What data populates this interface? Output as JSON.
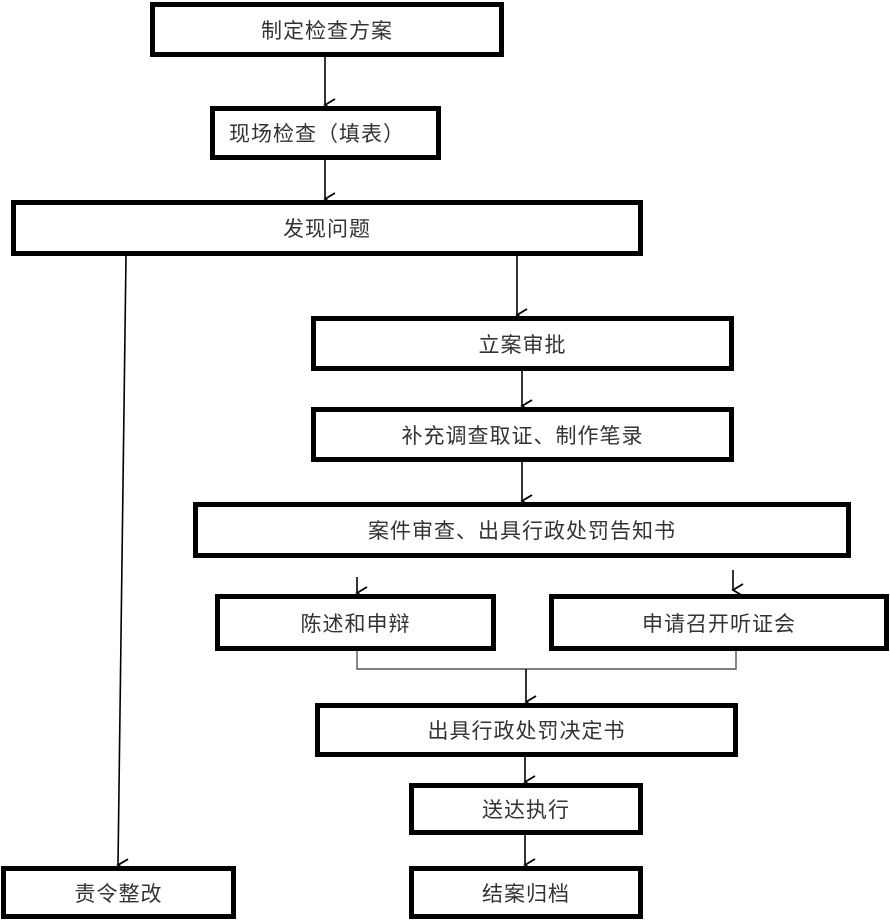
{
  "diagram": {
    "type": "flowchart",
    "nodes": [
      {
        "id": "n1",
        "label": "制定检查方案"
      },
      {
        "id": "n2",
        "label": "现场检查（填表）"
      },
      {
        "id": "n3",
        "label": "发现问题"
      },
      {
        "id": "n4",
        "label": "立案审批"
      },
      {
        "id": "n5",
        "label": "补充调查取证、制作笔录"
      },
      {
        "id": "n6",
        "label": "案件审查、出具行政处罚告知书"
      },
      {
        "id": "n7",
        "label": "陈述和申辩"
      },
      {
        "id": "n8",
        "label": "申请召开听证会"
      },
      {
        "id": "n9",
        "label": "出具行政处罚决定书"
      },
      {
        "id": "n10",
        "label": "送达执行"
      },
      {
        "id": "n11",
        "label": "结案归档"
      },
      {
        "id": "n12",
        "label": "责令整改"
      }
    ],
    "edges": [
      {
        "from": "n1",
        "to": "n2"
      },
      {
        "from": "n2",
        "to": "n3"
      },
      {
        "from": "n3",
        "to": "n4"
      },
      {
        "from": "n3",
        "to": "n12"
      },
      {
        "from": "n4",
        "to": "n5"
      },
      {
        "from": "n5",
        "to": "n6"
      },
      {
        "from": "n6",
        "to": "n7"
      },
      {
        "from": "n6",
        "to": "n8"
      },
      {
        "from": "n7",
        "to": "n9"
      },
      {
        "from": "n8",
        "to": "n9"
      },
      {
        "from": "n9",
        "to": "n10"
      },
      {
        "from": "n10",
        "to": "n11"
      }
    ],
    "colors": {
      "border": "#000000",
      "text": "#333333",
      "connector": "#555555",
      "background": "#ffffff"
    }
  }
}
